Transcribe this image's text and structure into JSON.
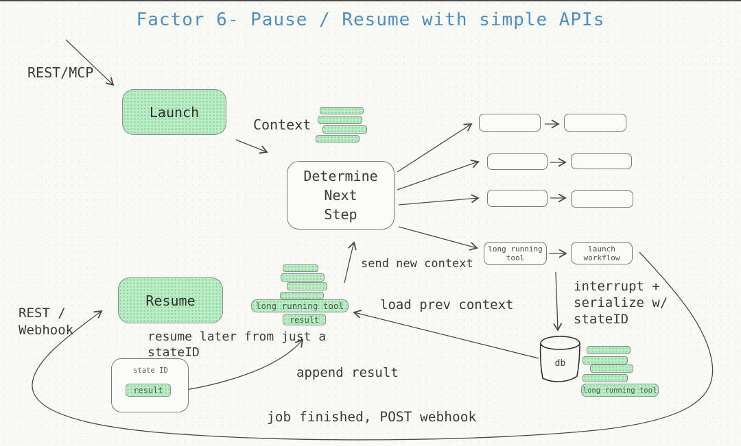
{
  "title": "Factor 6- Pause / Resume with simple APIs",
  "colors": {
    "title": "#4d8ec5",
    "green_fill": "#b9edc4",
    "ink": "#3a3a3a"
  },
  "labels": {
    "rest_mcp": "REST/MCP",
    "launch": "Launch",
    "context": "Context",
    "determine_next_step": "Determine\nNext\nStep",
    "send_new_context": "send new context",
    "load_prev_context": "load prev context",
    "long_running_tool_node": "long running\ntool",
    "launch_workflow_node": "launch\nworkflow",
    "interrupt_serialize": "interrupt +\nserialize w/\nstateID",
    "db": "db",
    "db_long_running_tool": "long running tool",
    "mid_long_running_tool": "long running tool",
    "mid_result": "result",
    "resume": "Resume",
    "rest_webhook": "REST /\nWebhook",
    "resume_later": "resume later from just a\nstateID",
    "state_id": "state ID",
    "state_result": "result",
    "append_result": "append result",
    "job_finished": "job finished, POST webhook"
  }
}
